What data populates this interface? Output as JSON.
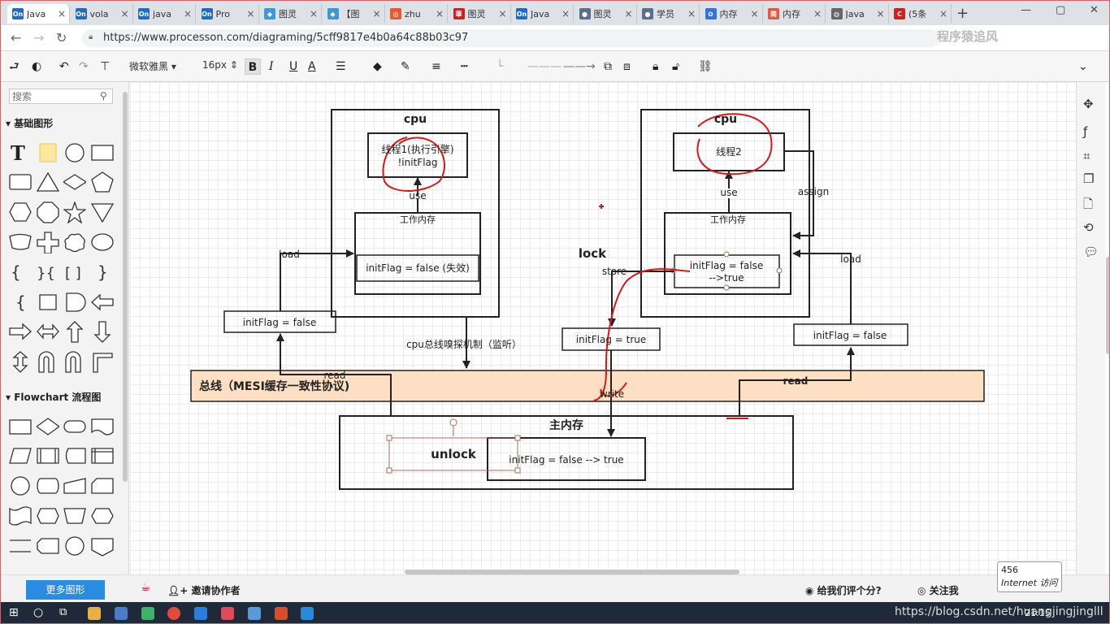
{
  "browser": {
    "tabs": [
      {
        "icon_text": "On",
        "label": "Java",
        "color": "#1e6cc4",
        "active": true
      },
      {
        "icon_text": "On",
        "label": "vola",
        "color": "#1e6cc4"
      },
      {
        "icon_text": "On",
        "label": "java",
        "color": "#1e6cc4"
      },
      {
        "icon_text": "On",
        "label": "Pro",
        "color": "#1e6cc4"
      },
      {
        "icon_text": "◆",
        "label": "图灵",
        "color": "#3a9ad9"
      },
      {
        "icon_text": "◆",
        "label": "【图",
        "color": "#3a9ad9"
      },
      {
        "icon_text": "◎",
        "label": "zhu",
        "color": "#e35c2a"
      },
      {
        "icon_text": "華",
        "label": "图灵",
        "color": "#d0201b"
      },
      {
        "icon_text": "On",
        "label": "Java",
        "color": "#1e6cc4"
      },
      {
        "icon_text": "●",
        "label": "图灵",
        "color": "#5a6f8c"
      },
      {
        "icon_text": "●",
        "label": "学员",
        "color": "#5a6f8c"
      },
      {
        "icon_text": "✿",
        "label": "内存",
        "color": "#2f73e0"
      },
      {
        "icon_text": "简",
        "label": "内存",
        "color": "#e25a3a"
      },
      {
        "icon_text": "◍",
        "label": "Java",
        "color": "#666666"
      },
      {
        "icon_text": "C",
        "label": "(5条",
        "color": "#d02020"
      }
    ],
    "tab_close": "×",
    "new_tab": "+",
    "url": "https://www.processon.com/diagraming/5cff9817e4b0a64c88b03c97",
    "watermark": "程序猿追风"
  },
  "toolbar": {
    "font_family": "微软雅黑",
    "font_size": "16px",
    "bold": "B",
    "italic": "I",
    "underline": "U",
    "font_color": "A"
  },
  "sidebar": {
    "search_placeholder": "搜索",
    "section_basic": "基础图形",
    "section_flow": "Flowchart 流程图"
  },
  "diagram": {
    "left_cpu": "cpu",
    "left_thread_line1": "线程1(执行引擎)",
    "left_thread_line2": "!initFlag",
    "left_use": "use",
    "left_working_mem": "工作内存",
    "left_initflag": "initFlag = false (失效)",
    "left_load": "load",
    "left_bottom": "initFlag = false",
    "bus_sniff": "cpu总线嗅探机制（监听）",
    "right_cpu": "cpu",
    "right_thread": "线程2",
    "right_use": "use",
    "right_assign": "assign",
    "right_working_mem": "工作内存",
    "right_initflag_line1": "initFlag = false",
    "right_initflag_line2": "-->true",
    "lock": "lock",
    "store": "store",
    "store_val": "initFlag = true",
    "right_load": "load",
    "right_bottom": "initFlag = false",
    "bus_label": "总线（MESI缓存一致性协议)",
    "read_left": "read",
    "read_right": "read",
    "write": "write",
    "main_mem": "主内存",
    "unlock": "unlock",
    "main_initflag": "initFlag = false --> true"
  },
  "bottom": {
    "more_shapes": "更多图形",
    "invite": "邀请协作者",
    "rate": "给我们评个分?",
    "follow": "关注我",
    "popup_count": "456",
    "popup_text": "Internet 访问"
  },
  "taskbar": {
    "time": "21:15",
    "watermark": "https://blog.csdn.net/huangjingjinglll"
  }
}
